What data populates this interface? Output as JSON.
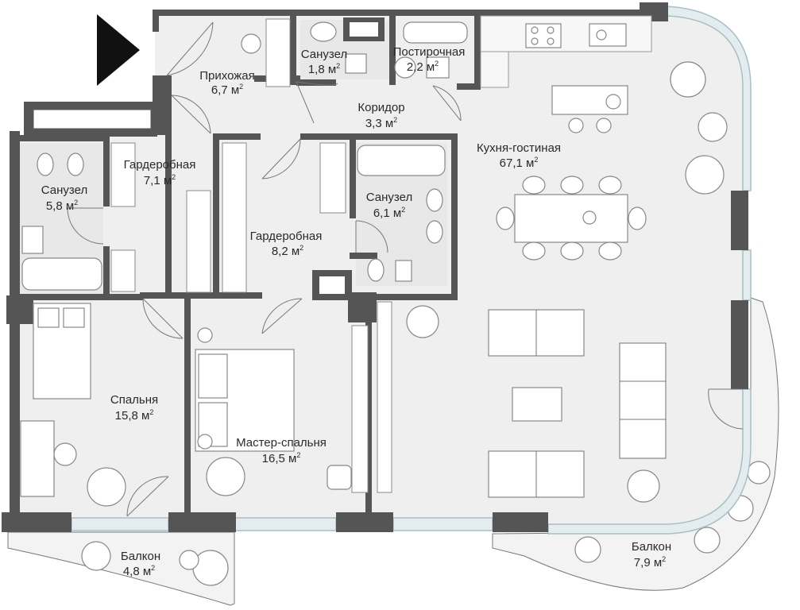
{
  "rooms": [
    {
      "id": "hall",
      "name": "Прихожая",
      "area": "6,7"
    },
    {
      "id": "bath-small",
      "name": "Санузел",
      "area": "1,8"
    },
    {
      "id": "laundry",
      "name": "Постирочная",
      "area": "2,2"
    },
    {
      "id": "corridor",
      "name": "Коридор",
      "area": "3,3"
    },
    {
      "id": "kitchen-living",
      "name": "Кухня-гостиная",
      "area": "67,1"
    },
    {
      "id": "wardrobe-1",
      "name": "Гардеробная",
      "area": "7,1"
    },
    {
      "id": "bath-left",
      "name": "Санузел",
      "area": "5,8"
    },
    {
      "id": "bath-center",
      "name": "Санузел",
      "area": "6,1"
    },
    {
      "id": "wardrobe-2",
      "name": "Гардеробная",
      "area": "8,2"
    },
    {
      "id": "bedroom",
      "name": "Спальня",
      "area": "15,8"
    },
    {
      "id": "master-bedroom",
      "name": "Мастер-спальня",
      "area": "16,5"
    },
    {
      "id": "balcony-left",
      "name": "Балкон",
      "area": "4,8"
    },
    {
      "id": "balcony-right",
      "name": "Балкон",
      "area": "7,9"
    }
  ],
  "area_unit": "м",
  "area_unit_power": "2",
  "colors": {
    "walls": "#555555",
    "floor": "#efefef",
    "glazing": "#e3ecef",
    "entrance_arrow": "#111111"
  },
  "icons": [
    "entrance-arrow-icon",
    "plant-icon",
    "armchair-icon",
    "toilet-icon",
    "bathtub-icon",
    "stove-icon",
    "sink-icon"
  ]
}
